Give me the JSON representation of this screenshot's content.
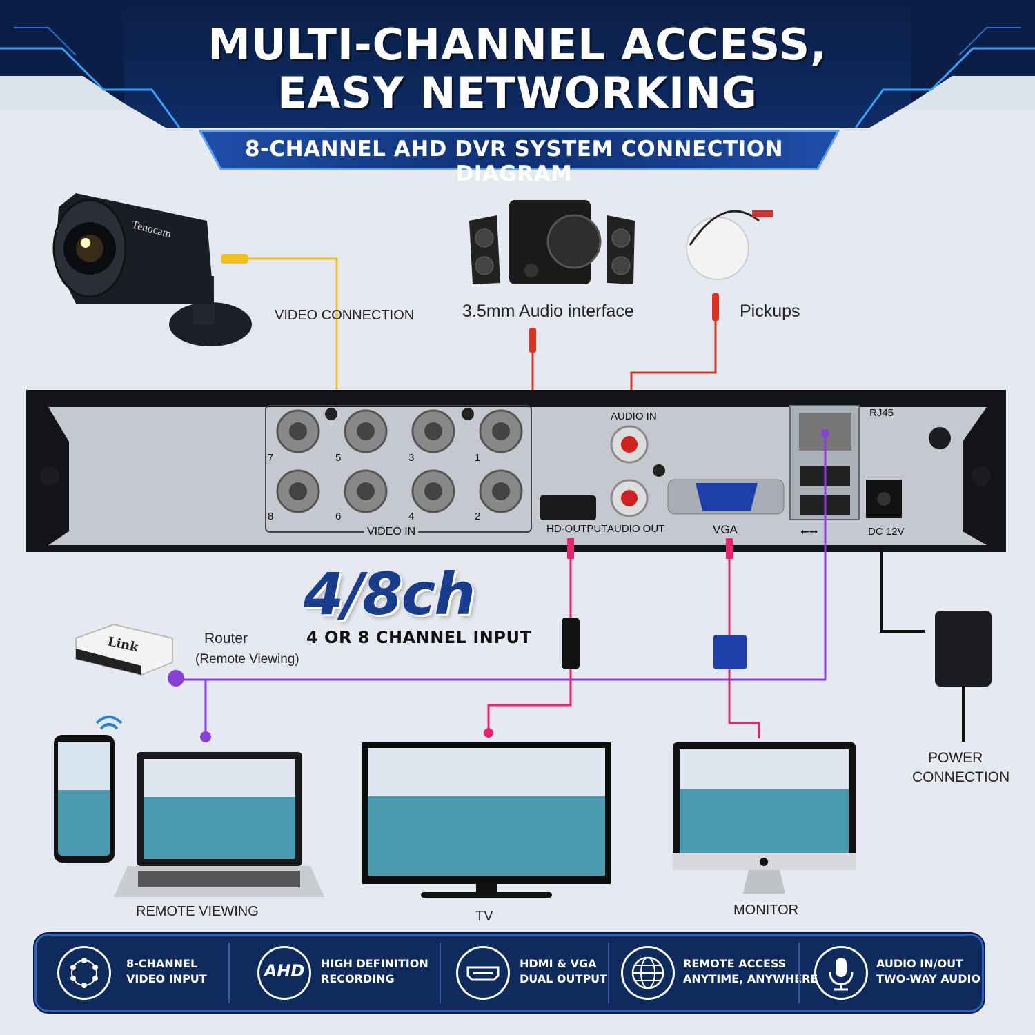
{
  "header": {
    "title_line1": "MULTI-CHANNEL ACCESS,",
    "title_line2": "EASY NETWORKING",
    "subtitle": "8-CHANNEL AHD DVR SYSTEM CONNECTION DIAGRAM"
  },
  "camera": {
    "brand": "Tenocam",
    "label": "VIDEO CONNECTION"
  },
  "speakers": {
    "label": "3.5mm Audio interface"
  },
  "pickups": {
    "label": "Pickups"
  },
  "dvr": {
    "audio_in": "AUDIO IN",
    "rj45": "RJ45",
    "hd_output": "HD-OUTPUT",
    "audio_out": "AUDIO OUT",
    "vga": "VGA",
    "dc": "DC 12V",
    "video_in": "VIDEO IN",
    "usb_symbol": "⭠⭢",
    "channel_numbers": [
      "7",
      "5",
      "3",
      "1",
      "8",
      "6",
      "4",
      "2"
    ]
  },
  "brand_block": {
    "big": "4/8ch",
    "sub": "4 OR 8 CHANNEL INPUT"
  },
  "router": {
    "label": "Router",
    "sub": "(Remote Viewing)",
    "device_text": "Link"
  },
  "devices": {
    "remote_viewing": "REMOTE VIEWING",
    "tv": "TV",
    "monitor": "MONITOR",
    "power_line1": "POWER",
    "power_line2": "CONNECTION"
  },
  "features": [
    {
      "icon": "network-nodes-icon",
      "line1": "8-CHANNEL",
      "line2": "VIDEO INPUT"
    },
    {
      "icon": "ahd-icon",
      "icon_text": "AHD",
      "line1": "HIGH DEFINITION",
      "line2": "RECORDING"
    },
    {
      "icon": "hdmi-icon",
      "line1": "HDMI & VGA",
      "line2": "DUAL OUTPUT"
    },
    {
      "icon": "globe-icon",
      "line1": "REMOTE ACCESS",
      "line2": "ANYTIME, ANYWHERE"
    },
    {
      "icon": "microphone-icon",
      "line1": "AUDIO IN/OUT",
      "line2": "TWO-WAY AUDIO"
    }
  ],
  "colors": {
    "navy": "#0f2a5c",
    "video_cable": "#f2c21a",
    "audio_cable": "#e0301e",
    "hdmi_vga_cable": "#e8246e",
    "network_cable": "#8a3fd8",
    "brand_blue": "#1a3c8c"
  }
}
